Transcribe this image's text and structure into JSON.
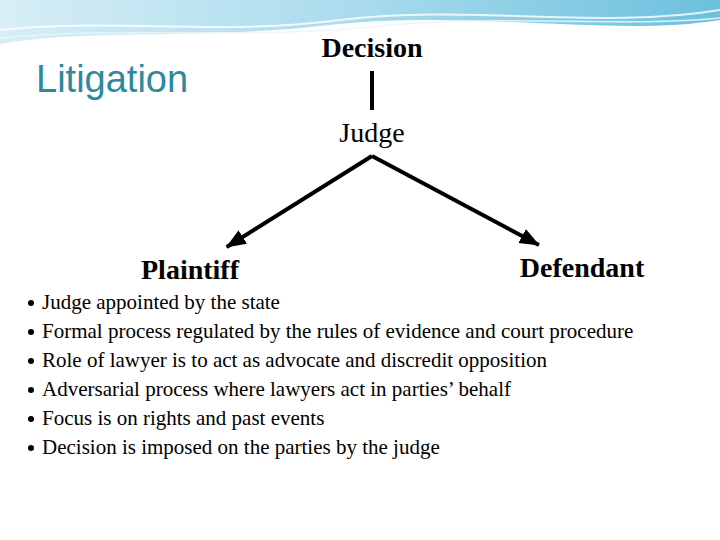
{
  "diagram": {
    "title": "Litigation",
    "nodes": [
      {
        "text": [
          "Decision"
        ]
      },
      {
        "text": [
          "Judge"
        ]
      },
      {
        "text": [
          "Plaintiff"
        ]
      },
      {
        "text": [
          "Defendant"
        ]
      }
    ],
    "edges": [
      {
        "from": 0,
        "to": 1,
        "arrow": "none"
      },
      {
        "from": 1,
        "to": 2,
        "arrow": "to"
      },
      {
        "from": 1,
        "to": 3,
        "arrow": "to"
      }
    ],
    "labels": [
      "Judge appointed by the state",
      "Formal process regulated by the rules of evidence and court procedure",
      "Role of lawyer is to act as advocate and discredit opposition",
      "Adversarial process where lawyers act in parties’ behalf",
      "Focus is on rights and past events",
      "Decision is imposed on the parties by the judge"
    ]
  }
}
